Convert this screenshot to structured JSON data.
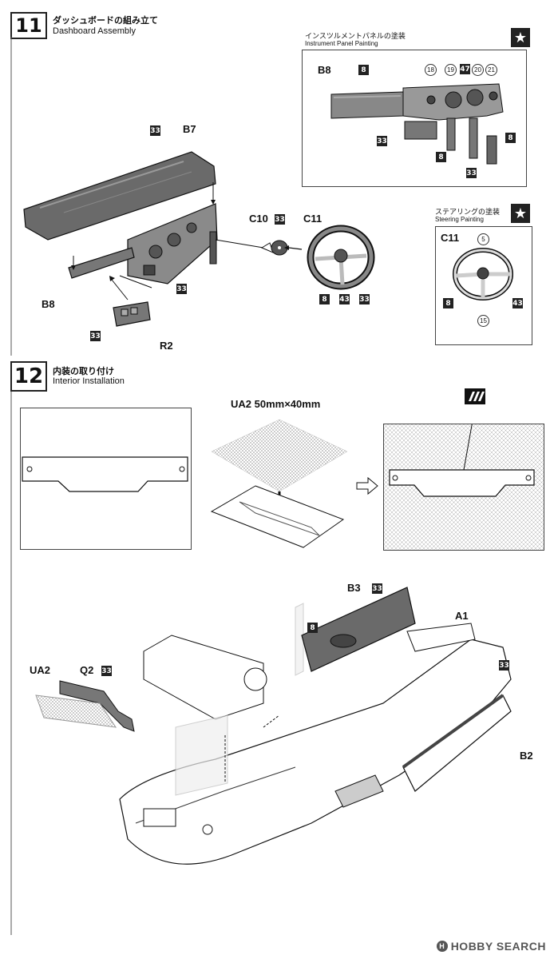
{
  "step11": {
    "number": "11",
    "title_jp": "ダッシュボードの組み立て",
    "title_en": "Dashboard Assembly",
    "parts": {
      "b7": "B7",
      "b8": "B8",
      "r2": "R2",
      "c10": "C10",
      "c11": "C11"
    },
    "paint_codes": {
      "b7": "33",
      "dash": "33",
      "r2": "33",
      "c10": "33",
      "c11_a": "8",
      "c11_b": "43",
      "c11_c": "33"
    },
    "instrument_panel": {
      "title_jp": "インスツルメントパネルの塗装",
      "title_en": "Instrument Panel Painting",
      "part": "B8",
      "codes": [
        "8",
        "18",
        "19",
        "47",
        "20",
        "21",
        "8",
        "33",
        "8",
        "33"
      ]
    },
    "steering": {
      "title_jp": "ステアリングの塗装",
      "title_en": "Steering Painting",
      "part": "C11",
      "codes": [
        "5",
        "8",
        "43",
        "15"
      ]
    },
    "star_icon": "★"
  },
  "step12": {
    "number": "12",
    "title_jp": "内装の取り付け",
    "title_en": "Interior Installation",
    "mesh_label": "UA2  50mm×40mm",
    "parts": {
      "b3": "B3",
      "a1": "A1",
      "ua2": "UA2",
      "q2": "Q2",
      "b2": "B2"
    },
    "paint_codes": {
      "b3": "33",
      "b3_inner": "8",
      "q2": "33",
      "b2": "33"
    }
  },
  "footer": {
    "logo_symbol": "H",
    "brand": "HOBBY SEARCH"
  }
}
